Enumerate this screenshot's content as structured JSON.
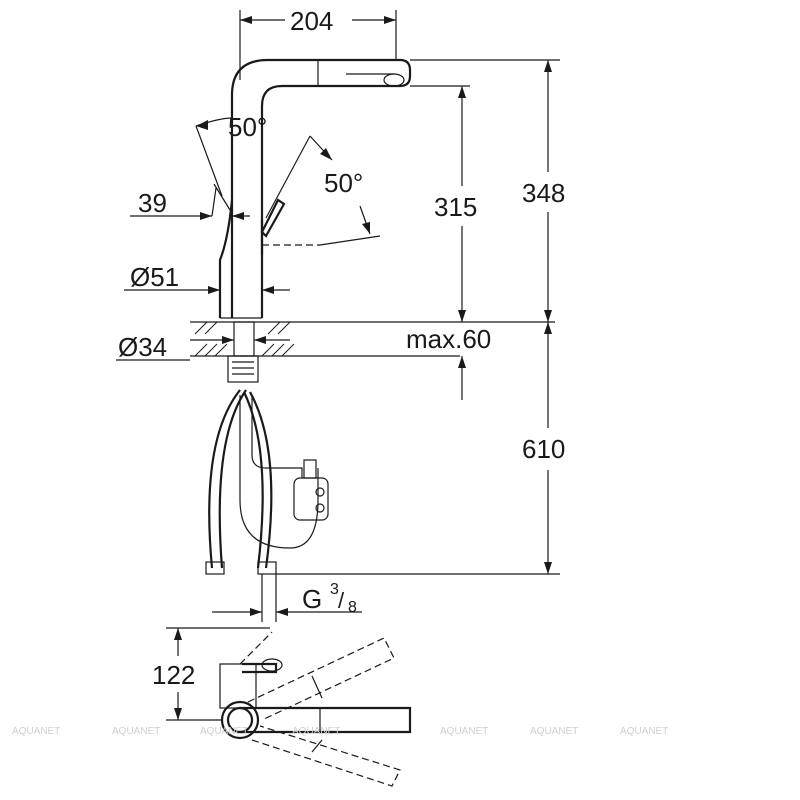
{
  "dimensions": {
    "top_width": "204",
    "lever_angle_left": "50°",
    "lever_angle_right": "50°",
    "lever_offset": "39",
    "body_diameter": "Ø51",
    "mount_diameter": "Ø34",
    "spout_height": "315",
    "total_height": "348",
    "deck_thickness": "max.60",
    "hose_length": "610",
    "thread_main": "G",
    "thread_num": "3",
    "thread_den": "8",
    "top_view_height": "122"
  },
  "watermark": {
    "text": "AQUANET"
  }
}
